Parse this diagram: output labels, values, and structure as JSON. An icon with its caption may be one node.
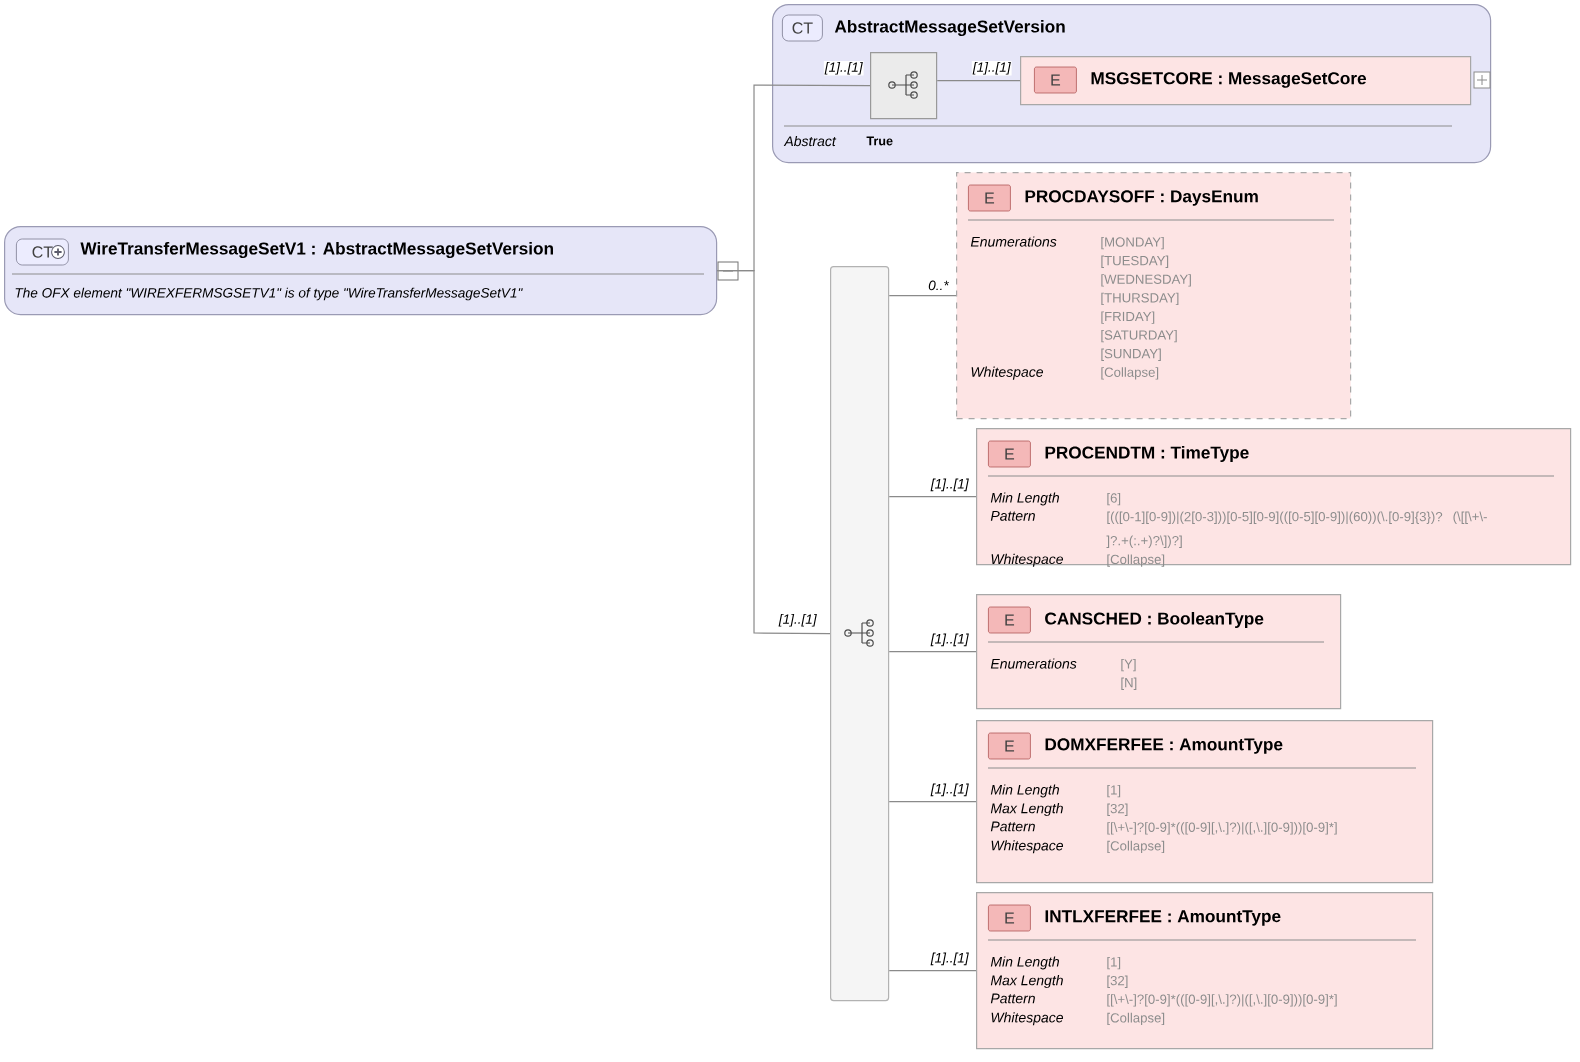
{
  "diagram": {
    "nodes": [
      {
        "text": [
          "CT",
          "WireTransferMessageSetV1 : AbstractMessageSetVersion",
          "The OFX element \"WIREXFERMSGSETV1\" is of type \"WireTransferMessageSetV1\""
        ]
      },
      {
        "text": [
          "CT",
          "AbstractMessageSetVersion",
          "Abstract",
          "True"
        ]
      },
      {
        "text": [],
        "shape": "box",
        "in": 1
      },
      {
        "text": [
          "E",
          "MSGSETCORE : MessageSetCore"
        ],
        "in": 1
      },
      {
        "text": [],
        "shape": "bar"
      },
      {
        "text": [
          "E",
          "PROCDAYSOFF : DaysEnum",
          "Enumerations",
          "[MONDAY]",
          "[TUESDAY]",
          "[WEDNESDAY]",
          "[THURSDAY]",
          "[FRIDAY]",
          "[SATURDAY]",
          "[SUNDAY]",
          "Whitespace",
          "[Collapse]"
        ]
      },
      {
        "text": [
          "E",
          "PROCENDTM : TimeType",
          "Min Length",
          "[6]",
          "Pattern",
          "[(([0-1][0-9])|(2[0-3]))[0-5][0-9](([0-5][0-9])|(60))(\\.[0-9]{3})? (\\[[\\+\\-]?.+(:.+)?\\])?]",
          "Whitespace",
          "[Collapse]"
        ]
      },
      {
        "text": [
          "E",
          "CANSCHED : BooleanType",
          "Enumerations",
          "[Y]",
          "[N]"
        ]
      },
      {
        "text": [
          "E",
          "DOMXFERFEE : AmountType",
          "Min Length",
          "[1]",
          "Max Length",
          "[32]",
          "Pattern",
          "[[\\+\\-]?[0-9]*(([0-9][,\\.]?)|([,\\.][0-9]))[0-9]*]",
          "Whitespace",
          "[Collapse]"
        ]
      },
      {
        "text": [
          "E",
          "INTLXFERFEE : AmountType",
          "Min Length",
          "[1]",
          "Max Length",
          "[32]",
          "Pattern",
          "[[\\+\\-]?[0-9]*(([0-9][,\\.]?)|([,\\.][0-9]))[0-9]*]",
          "Whitespace",
          "[Collapse]"
        ]
      }
    ],
    "edges": [
      {
        "from": 0,
        "to": 2,
        "arrow": "none",
        "label": "[1]..[1]"
      },
      {
        "from": 2,
        "to": 3,
        "arrow": "none",
        "label": "[1]..[1]"
      },
      {
        "from": 0,
        "to": 4,
        "arrow": "none",
        "label": "[1]..[1]"
      },
      {
        "from": 4,
        "to": 5,
        "arrow": "none",
        "label": "0..*"
      },
      {
        "from": 4,
        "to": 6,
        "arrow": "none",
        "label": "[1]..[1]"
      },
      {
        "from": 4,
        "to": 7,
        "arrow": "none",
        "label": "[1]..[1]"
      },
      {
        "from": 4,
        "to": 8,
        "arrow": "none",
        "label": "[1]..[1]"
      },
      {
        "from": 4,
        "to": 9,
        "arrow": "none",
        "label": "[1]..[1]"
      }
    ]
  }
}
